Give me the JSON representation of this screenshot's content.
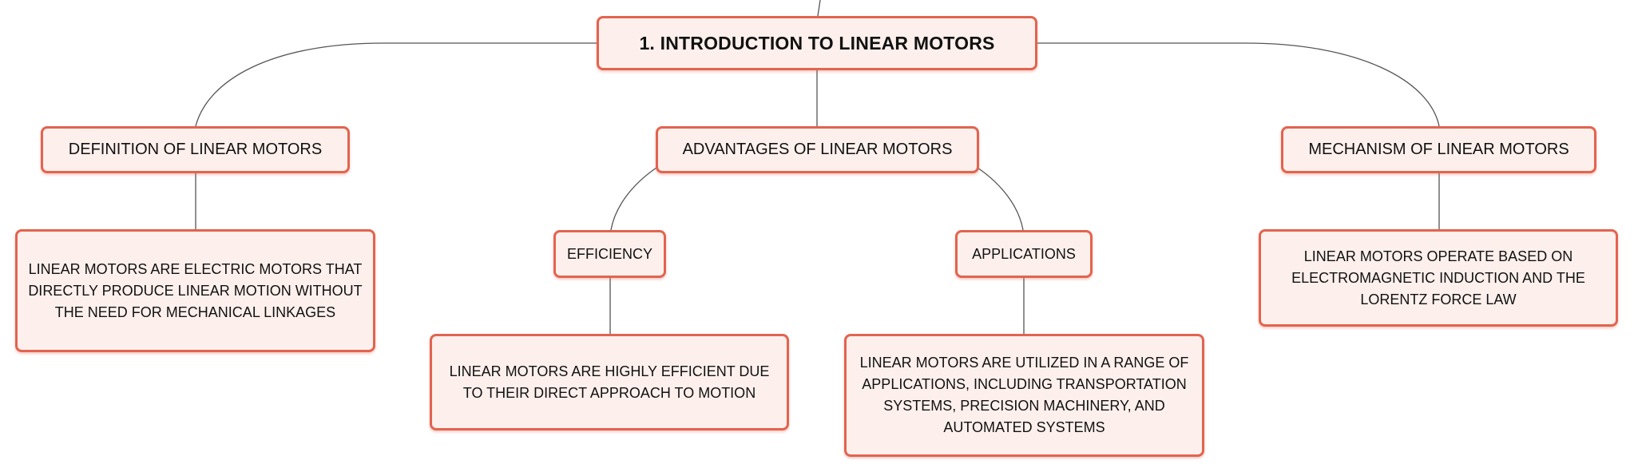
{
  "root": {
    "label": "1. INTRODUCTION TO LINEAR MOTORS"
  },
  "definition": {
    "label": "DEFINITION OF LINEAR MOTORS",
    "detail": "LINEAR MOTORS ARE ELECTRIC MOTORS THAT DIRECTLY PRODUCE LINEAR MOTION WITHOUT THE NEED FOR MECHANICAL LINKAGES"
  },
  "advantages": {
    "label": "ADVANTAGES OF LINEAR MOTORS",
    "efficiency": {
      "label": "EFFICIENCY",
      "detail": "LINEAR MOTORS ARE HIGHLY EFFICIENT DUE TO THEIR DIRECT APPROACH TO MOTION"
    },
    "applications": {
      "label": "APPLICATIONS",
      "detail": "LINEAR MOTORS ARE UTILIZED IN A RANGE OF APPLICATIONS, INCLUDING TRANSPORTATION SYSTEMS, PRECISION MACHINERY, AND AUTOMATED SYSTEMS"
    }
  },
  "mechanism": {
    "label": "MECHANISM OF LINEAR MOTORS",
    "detail": "LINEAR MOTORS OPERATE BASED ON ELECTROMAGNETIC INDUCTION AND THE LORENTZ FORCE LAW"
  },
  "colors": {
    "node_border": "#e2644f",
    "node_fill": "#fdf0ec",
    "connector": "#555555"
  }
}
